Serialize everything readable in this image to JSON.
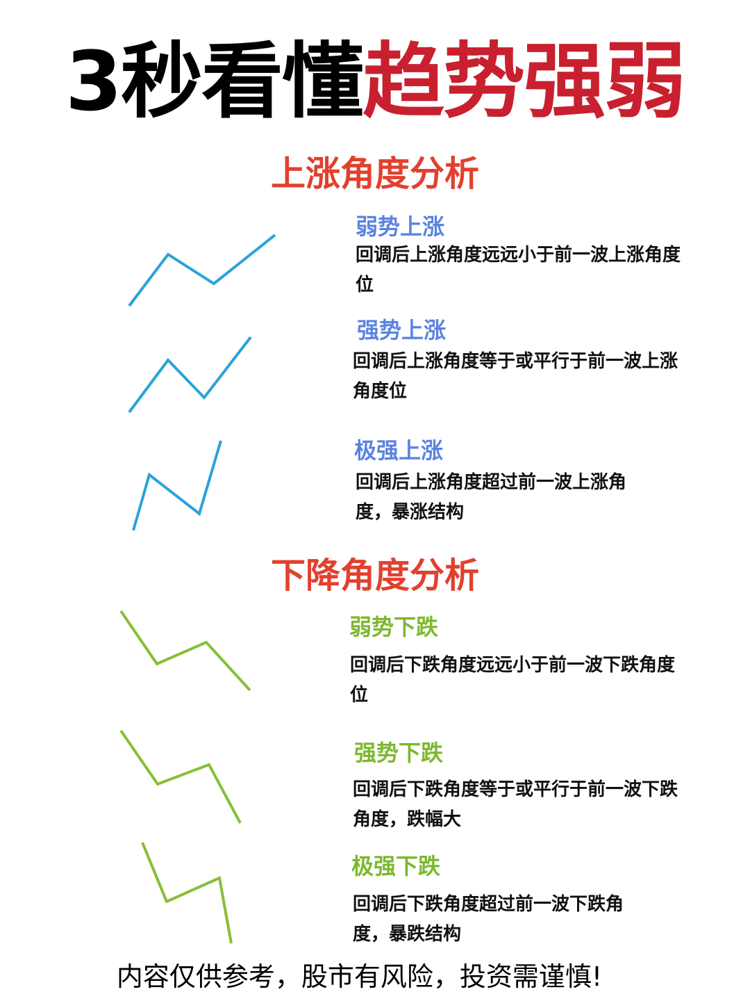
{
  "title": {
    "part1": "3秒看懂",
    "part2": "趋势强弱"
  },
  "colors": {
    "title_red": "#c8202f",
    "section_red": "#e2402f",
    "up_blue": "#5b83e0",
    "up_line": "#2aa3d8",
    "down_green": "#7cb82f",
    "down_line": "#86bf35"
  },
  "sections": [
    {
      "title": "上涨角度分析",
      "items": [
        {
          "title": "弱势上涨",
          "desc": "回调后上涨角度远远小于前一波上涨角度位"
        },
        {
          "title": "强势上涨",
          "desc": "回调后上涨角度等于或平行于前一波上涨角度位"
        },
        {
          "title": "极强上涨",
          "desc": "回调后上涨角度超过前一波上涨角度，暴涨结构"
        }
      ]
    },
    {
      "title": "下降角度分析",
      "items": [
        {
          "title": "弱势下跌",
          "desc": "回调后下跌角度远远小于前一波下跌角度位"
        },
        {
          "title": "强势下跌",
          "desc": "回调后下跌角度等于或平行于前一波下跌角度，跌幅大"
        },
        {
          "title": "极强下跌",
          "desc": "回调后下跌角度超过前一波下跌角度，暴跌结构"
        }
      ]
    }
  ],
  "footer": "内容仅供参考，股市有风险，投资需谨慎!"
}
